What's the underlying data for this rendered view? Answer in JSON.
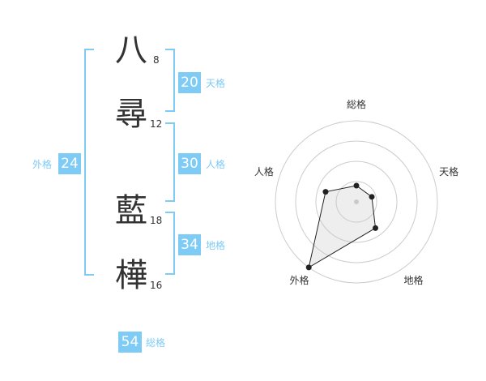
{
  "name": {
    "chars": [
      {
        "kanji": "八",
        "strokes": "8"
      },
      {
        "kanji": "尋",
        "strokes": "12"
      },
      {
        "kanji": "藍",
        "strokes": "18"
      },
      {
        "kanji": "樺",
        "strokes": "16"
      }
    ]
  },
  "kakusu": {
    "tenkaku": {
      "value": "20",
      "label": "天格"
    },
    "jinkaku": {
      "value": "30",
      "label": "人格"
    },
    "chikaku": {
      "value": "34",
      "label": "地格"
    },
    "gaikaku": {
      "value": "24",
      "label": "外格"
    },
    "soukaku": {
      "value": "54",
      "label": "総格"
    }
  },
  "colors": {
    "accent": "#7ecbf5",
    "text": "#333333",
    "grid": "#cccccc"
  },
  "chart_data": {
    "type": "radar",
    "axes": [
      "総格",
      "天格",
      "地格",
      "外格",
      "人格"
    ],
    "values": [
      0.2,
      0.2,
      0.4,
      1.0,
      0.4
    ],
    "rings": 4,
    "max": 1.0
  }
}
